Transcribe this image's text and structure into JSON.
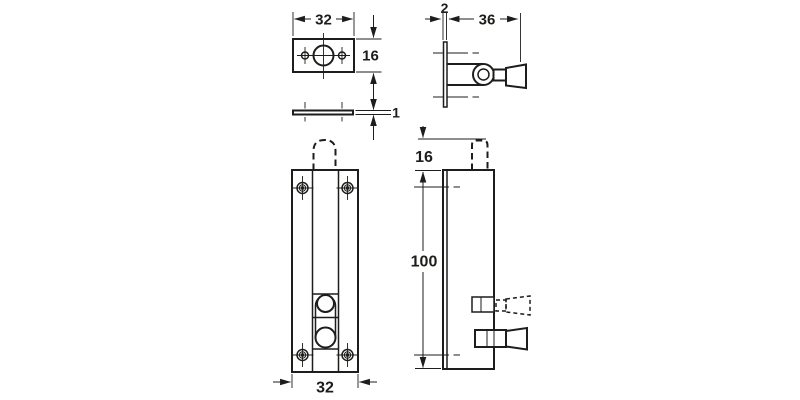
{
  "drawing": {
    "kind": "technical-drawing",
    "subject": "surface-bolt-hardware"
  },
  "colors": {
    "line": "#1d1d1b",
    "background": "#ffffff"
  },
  "dimensions": {
    "plate_width": "32",
    "plate_height": "16",
    "plate_thickness": "1",
    "backplate_thickness": "2",
    "overall_depth": "36",
    "bolt_travel": "16",
    "body_length": "100",
    "body_width": "32"
  }
}
